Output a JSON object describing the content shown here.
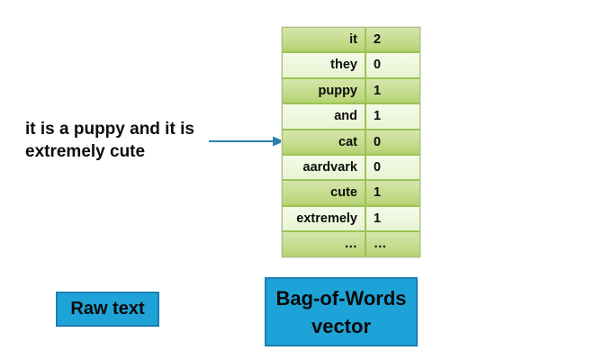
{
  "annotation": {
    "line1": "it is a puppy and it is",
    "line2": "extremely cute"
  },
  "bow_table": {
    "rows": [
      {
        "word": "it",
        "count": "2"
      },
      {
        "word": "they",
        "count": "0"
      },
      {
        "word": "puppy",
        "count": "1"
      },
      {
        "word": "and",
        "count": "1"
      },
      {
        "word": "cat",
        "count": "0"
      },
      {
        "word": "aardvark",
        "count": "0"
      },
      {
        "word": "cute",
        "count": "1"
      },
      {
        "word": "extremely",
        "count": "1"
      },
      {
        "word": "…",
        "count": "…"
      }
    ]
  },
  "labels": {
    "raw_text": "Raw text",
    "bow_vector": "Bag-of-Words vector"
  },
  "colors": {
    "box_blue": "#1ea3d8",
    "box_blue_border": "#1c7fb0",
    "grid_green": "#9cc353",
    "arrow_blue": "#2e7fae",
    "row_green_dark": "#bcd67d",
    "row_green_light": "#ecf7da"
  }
}
